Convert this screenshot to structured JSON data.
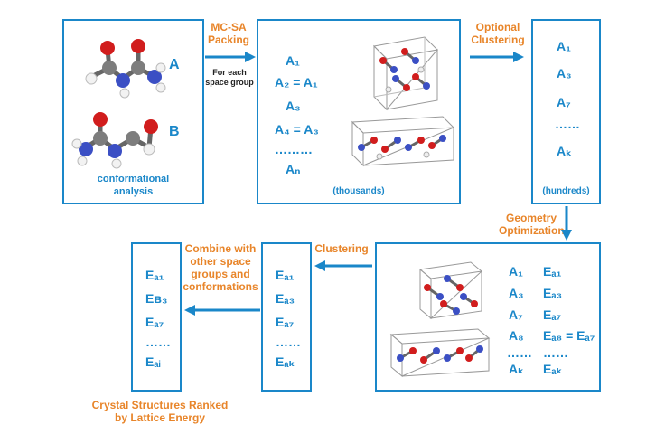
{
  "box1": {
    "label_a": "A",
    "label_b": "B",
    "caption_line1": "conformational",
    "caption_line2": "analysis"
  },
  "step_packing": {
    "title_line1": "MC-SA",
    "title_line2": "Packing",
    "sub_line1": "For each",
    "sub_line2": "space group"
  },
  "box2": {
    "entries": [
      "A₁",
      "A₂ = A₁",
      "A₃",
      "A₄ = A₃",
      "………",
      "Aₙ"
    ],
    "caption": "(thousands)"
  },
  "step_optional": {
    "title_line1": "Optional",
    "title_line2": "Clustering"
  },
  "box3": {
    "entries": [
      "A₁",
      "A₃",
      "A₇",
      "……",
      "Aₖ"
    ],
    "caption": "(hundreds)"
  },
  "step_geometry": {
    "title_line1": "Geometry",
    "title_line2": "Optimization"
  },
  "box4": {
    "col1": [
      "A₁",
      "A₃",
      "A₇",
      "A₈",
      "……",
      "Aₖ"
    ],
    "col2": [
      "Eₐ₁",
      "Eₐ₃",
      "Eₐ₇",
      "Eₐ₈ = Eₐ₇",
      "……",
      "Eₐₖ"
    ]
  },
  "step_clustering": {
    "title": "Clustering"
  },
  "box5": {
    "entries": [
      "Eₐ₁",
      "Eₐ₃",
      "Eₐ₇",
      "……",
      "Eₐₖ"
    ]
  },
  "step_combine": {
    "line1": "Combine with",
    "line2": "other space",
    "line3": "groups and",
    "line4": "conformations"
  },
  "box6": {
    "entries": [
      "Eₐ₁",
      "Eʙ₃",
      "Eₐ₇",
      "……",
      "Eₐᵢ"
    ]
  },
  "final_caption": {
    "line1": "Crystal Structures Ranked",
    "line2": "by Lattice Energy"
  },
  "colors": {
    "blue": "#1a87c9",
    "orange": "#e8852a",
    "carbon": "#7d7d7d",
    "oxygen": "#d11d1d",
    "nitrogen": "#3b4fc4",
    "hydrogen": "#f2f2f2"
  }
}
